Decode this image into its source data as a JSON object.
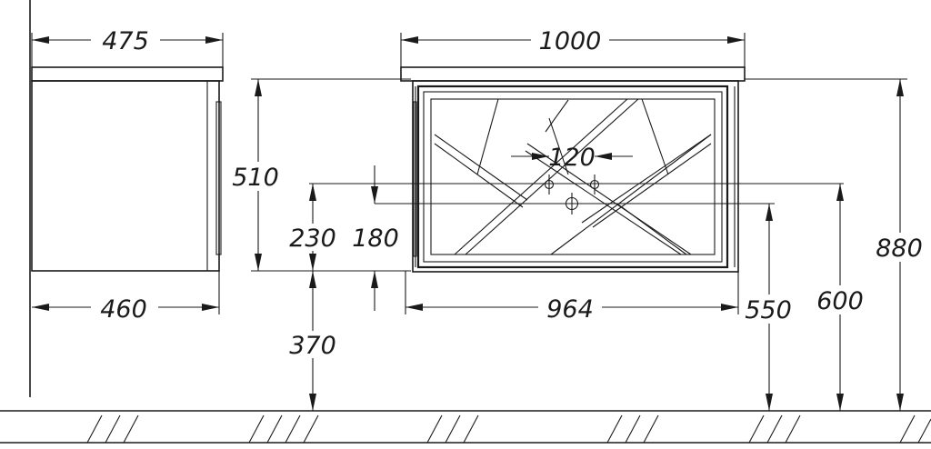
{
  "dimensions": {
    "side_top_width": "475",
    "side_bottom_width": "460",
    "cabinet_height": "510",
    "front_top_width": "1000",
    "front_bottom_width": "964",
    "tap_spacing": "120",
    "tap_height_offset": "180",
    "drain_offset": "230",
    "floor_to_cabinet_bottom": "370",
    "drain_height": "550",
    "tap_height": "600",
    "total_height": "880"
  },
  "colors": {
    "line": "#1a1a1a",
    "background": "#ffffff"
  }
}
